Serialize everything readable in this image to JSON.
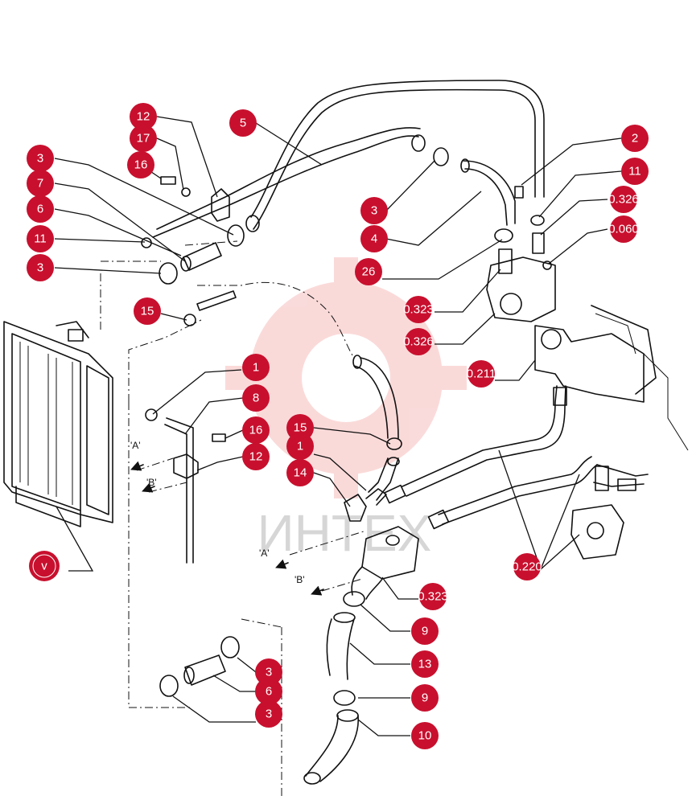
{
  "watermark": {
    "text": "ИНТЕХ",
    "color": "#e53935"
  },
  "colors": {
    "callout_fill": "#c8102e",
    "callout_text": "#ffffff",
    "line": "#111111"
  },
  "view_marks": [
    "'A'",
    "'B'",
    "'A'",
    "'B'"
  ],
  "callouts": [
    {
      "id": "c12a",
      "label": "12"
    },
    {
      "id": "c17",
      "label": "17"
    },
    {
      "id": "c16a",
      "label": "16"
    },
    {
      "id": "c5",
      "label": "5"
    },
    {
      "id": "c2",
      "label": "2"
    },
    {
      "id": "c3a",
      "label": "3"
    },
    {
      "id": "c7",
      "label": "7"
    },
    {
      "id": "c6a",
      "label": "6"
    },
    {
      "id": "c11a",
      "label": "11"
    },
    {
      "id": "c3b",
      "label": "3"
    },
    {
      "id": "c11b",
      "label": "11"
    },
    {
      "id": "c0326a",
      "label": "0.326"
    },
    {
      "id": "c0060",
      "label": "0.060"
    },
    {
      "id": "c3c",
      "label": "3"
    },
    {
      "id": "c4",
      "label": "4"
    },
    {
      "id": "c26",
      "label": "26"
    },
    {
      "id": "c0323a",
      "label": "0.323"
    },
    {
      "id": "c0326b",
      "label": "0.326"
    },
    {
      "id": "c15a",
      "label": "15"
    },
    {
      "id": "c0211",
      "label": "0.211"
    },
    {
      "id": "c1a",
      "label": "1"
    },
    {
      "id": "c8",
      "label": "8"
    },
    {
      "id": "c16b",
      "label": "16"
    },
    {
      "id": "c12b",
      "label": "12"
    },
    {
      "id": "c15b",
      "label": "15"
    },
    {
      "id": "c1b",
      "label": "1"
    },
    {
      "id": "c14",
      "label": "14"
    },
    {
      "id": "cv",
      "label": "v"
    },
    {
      "id": "c0220",
      "label": "0.220"
    },
    {
      "id": "c0323b",
      "label": "0.323"
    },
    {
      "id": "c9a",
      "label": "9"
    },
    {
      "id": "c13",
      "label": "13"
    },
    {
      "id": "c3d",
      "label": "3"
    },
    {
      "id": "c6b",
      "label": "6"
    },
    {
      "id": "c3e",
      "label": "3"
    },
    {
      "id": "c9b",
      "label": "9"
    },
    {
      "id": "c10",
      "label": "10"
    }
  ]
}
